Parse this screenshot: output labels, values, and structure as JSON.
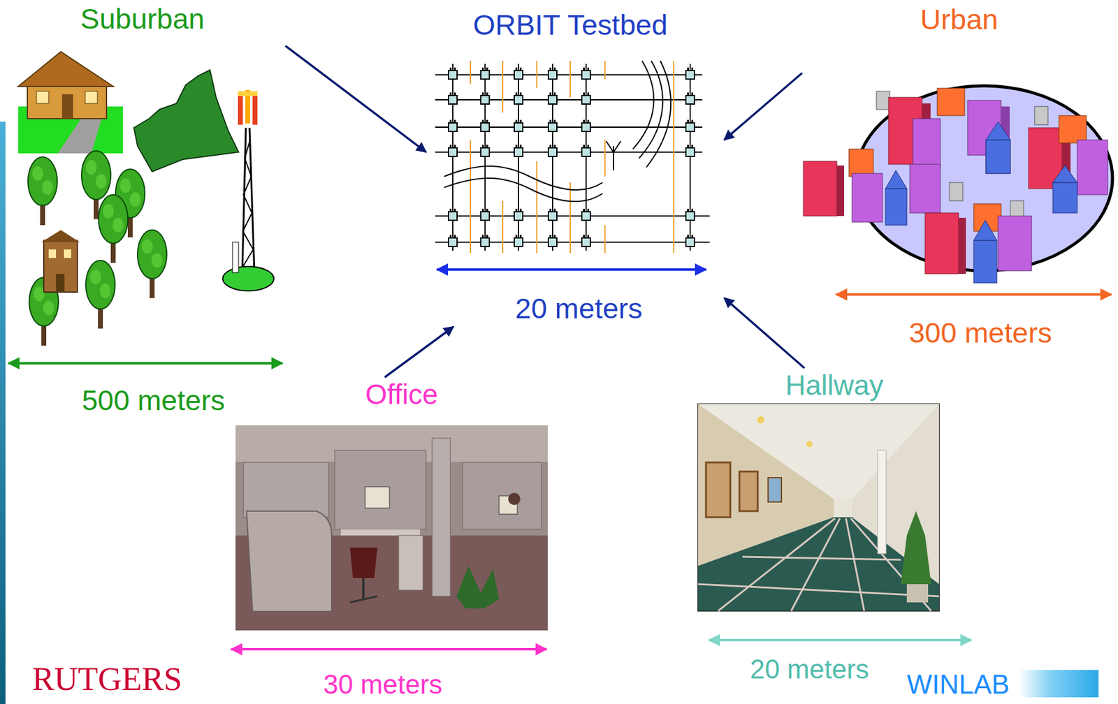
{
  "diagram": {
    "nodes": [
      {
        "text": [
          "Suburban",
          "500 meters"
        ]
      },
      {
        "text": [
          "ORBIT Testbed",
          "20 meters"
        ]
      },
      {
        "text": [
          "Urban",
          "300 meters"
        ]
      },
      {
        "text": [
          "Office",
          "30 meters"
        ]
      },
      {
        "text": [
          "Hallway",
          "20 meters"
        ]
      }
    ],
    "edges": [
      {
        "from": 0,
        "to": 1,
        "arrow": "to"
      },
      {
        "from": 2,
        "to": 1,
        "arrow": "to"
      },
      {
        "from": 3,
        "to": 1,
        "arrow": "to"
      },
      {
        "from": 4,
        "to": 1,
        "arrow": "to"
      }
    ],
    "labels": [
      "RUTGERS",
      "WINLAB"
    ]
  }
}
